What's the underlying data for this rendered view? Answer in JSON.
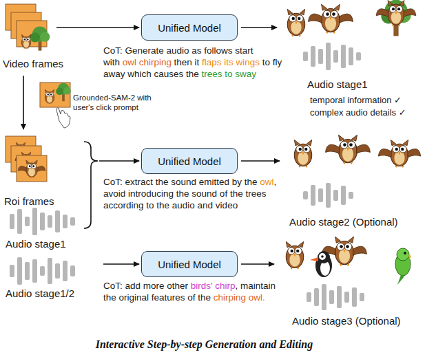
{
  "diagram": {
    "caption": "Interactive Step-by-step Generation and Editing",
    "nodes": [
      {
        "text": [
          "Unified Model"
        ]
      },
      {
        "text": [
          "Unified Model"
        ]
      },
      {
        "text": [
          "Unified Model"
        ]
      }
    ],
    "labels": [
      "Video frames",
      "CoT: Generate audio as follows start with",
      "owl chirping",
      "then it",
      "flaps its wings",
      "to fly away which causes the",
      "trees to sway",
      "Audio stage1",
      "temporal information ✓",
      "complex audio details ✓",
      "Grounded-SAM-2 with user's click prompt",
      "Roi frames",
      "CoT: extract the sound emitted by the",
      "owl",
      ", avoid introducing the sound of the trees according to the audio and video",
      "Audio stage2 (Optional)",
      "Audio stage1",
      "CoT: add more other",
      "birds' chirp",
      ", maintain the original features of the",
      "chirping owl.",
      "Audio stage1/2",
      "Audio stage3 (Optional)"
    ]
  }
}
